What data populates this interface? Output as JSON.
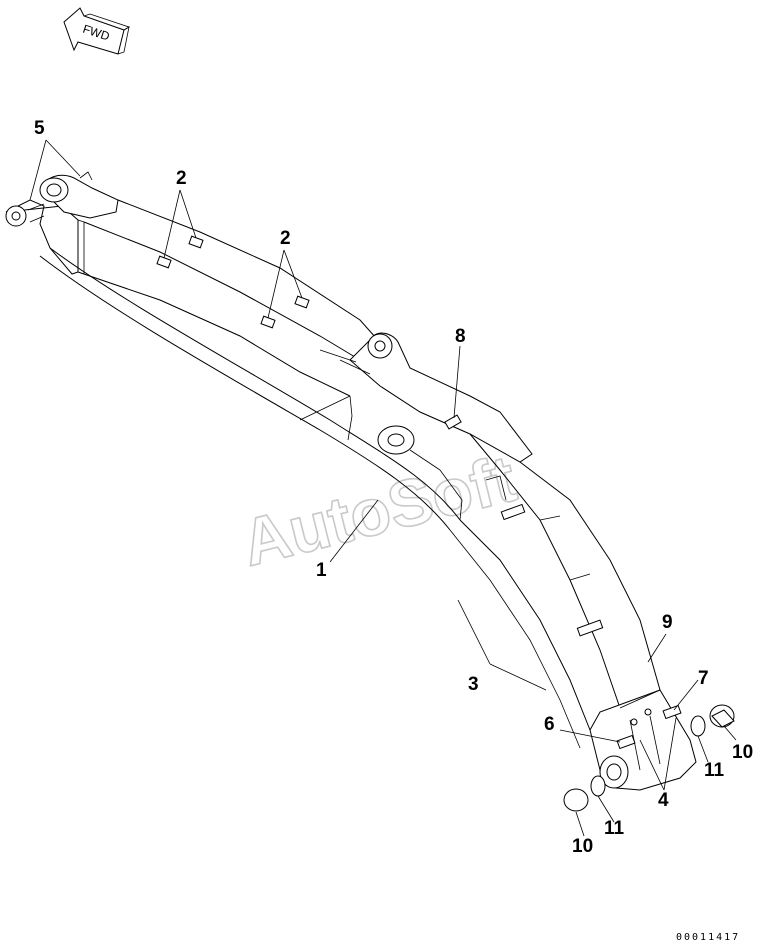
{
  "direction_label": "FWD",
  "watermark": "AutoSoft",
  "document_number": "00011417",
  "callouts": {
    "c1": "1",
    "c2a": "2",
    "c2b": "2",
    "c3": "3",
    "c4": "4",
    "c5": "5",
    "c6": "6",
    "c7": "7",
    "c8": "8",
    "c9": "9",
    "c10a": "10",
    "c10b": "10",
    "c11a": "11",
    "c11b": "11"
  }
}
